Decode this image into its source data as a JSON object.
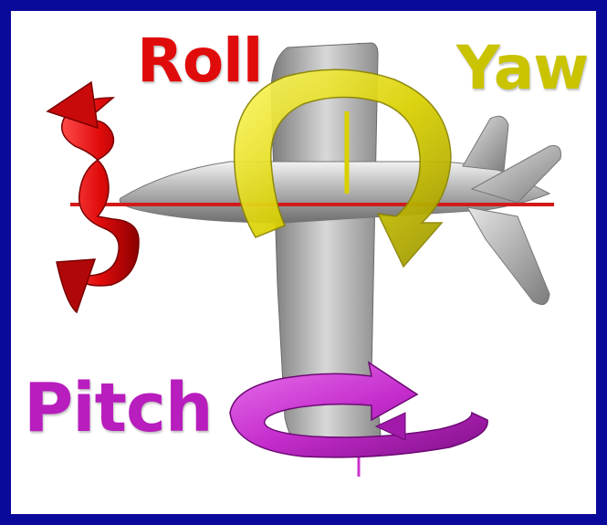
{
  "labels": {
    "roll": "Roll",
    "yaw": "Yaw",
    "pitch": "Pitch"
  },
  "colors": {
    "frame": "#0a0a9a",
    "background": "#ffffff",
    "roll": "#e00b0b",
    "yaw": "#d9d000",
    "pitch": "#c42ccc",
    "aircraft": "#9c9c9c"
  }
}
